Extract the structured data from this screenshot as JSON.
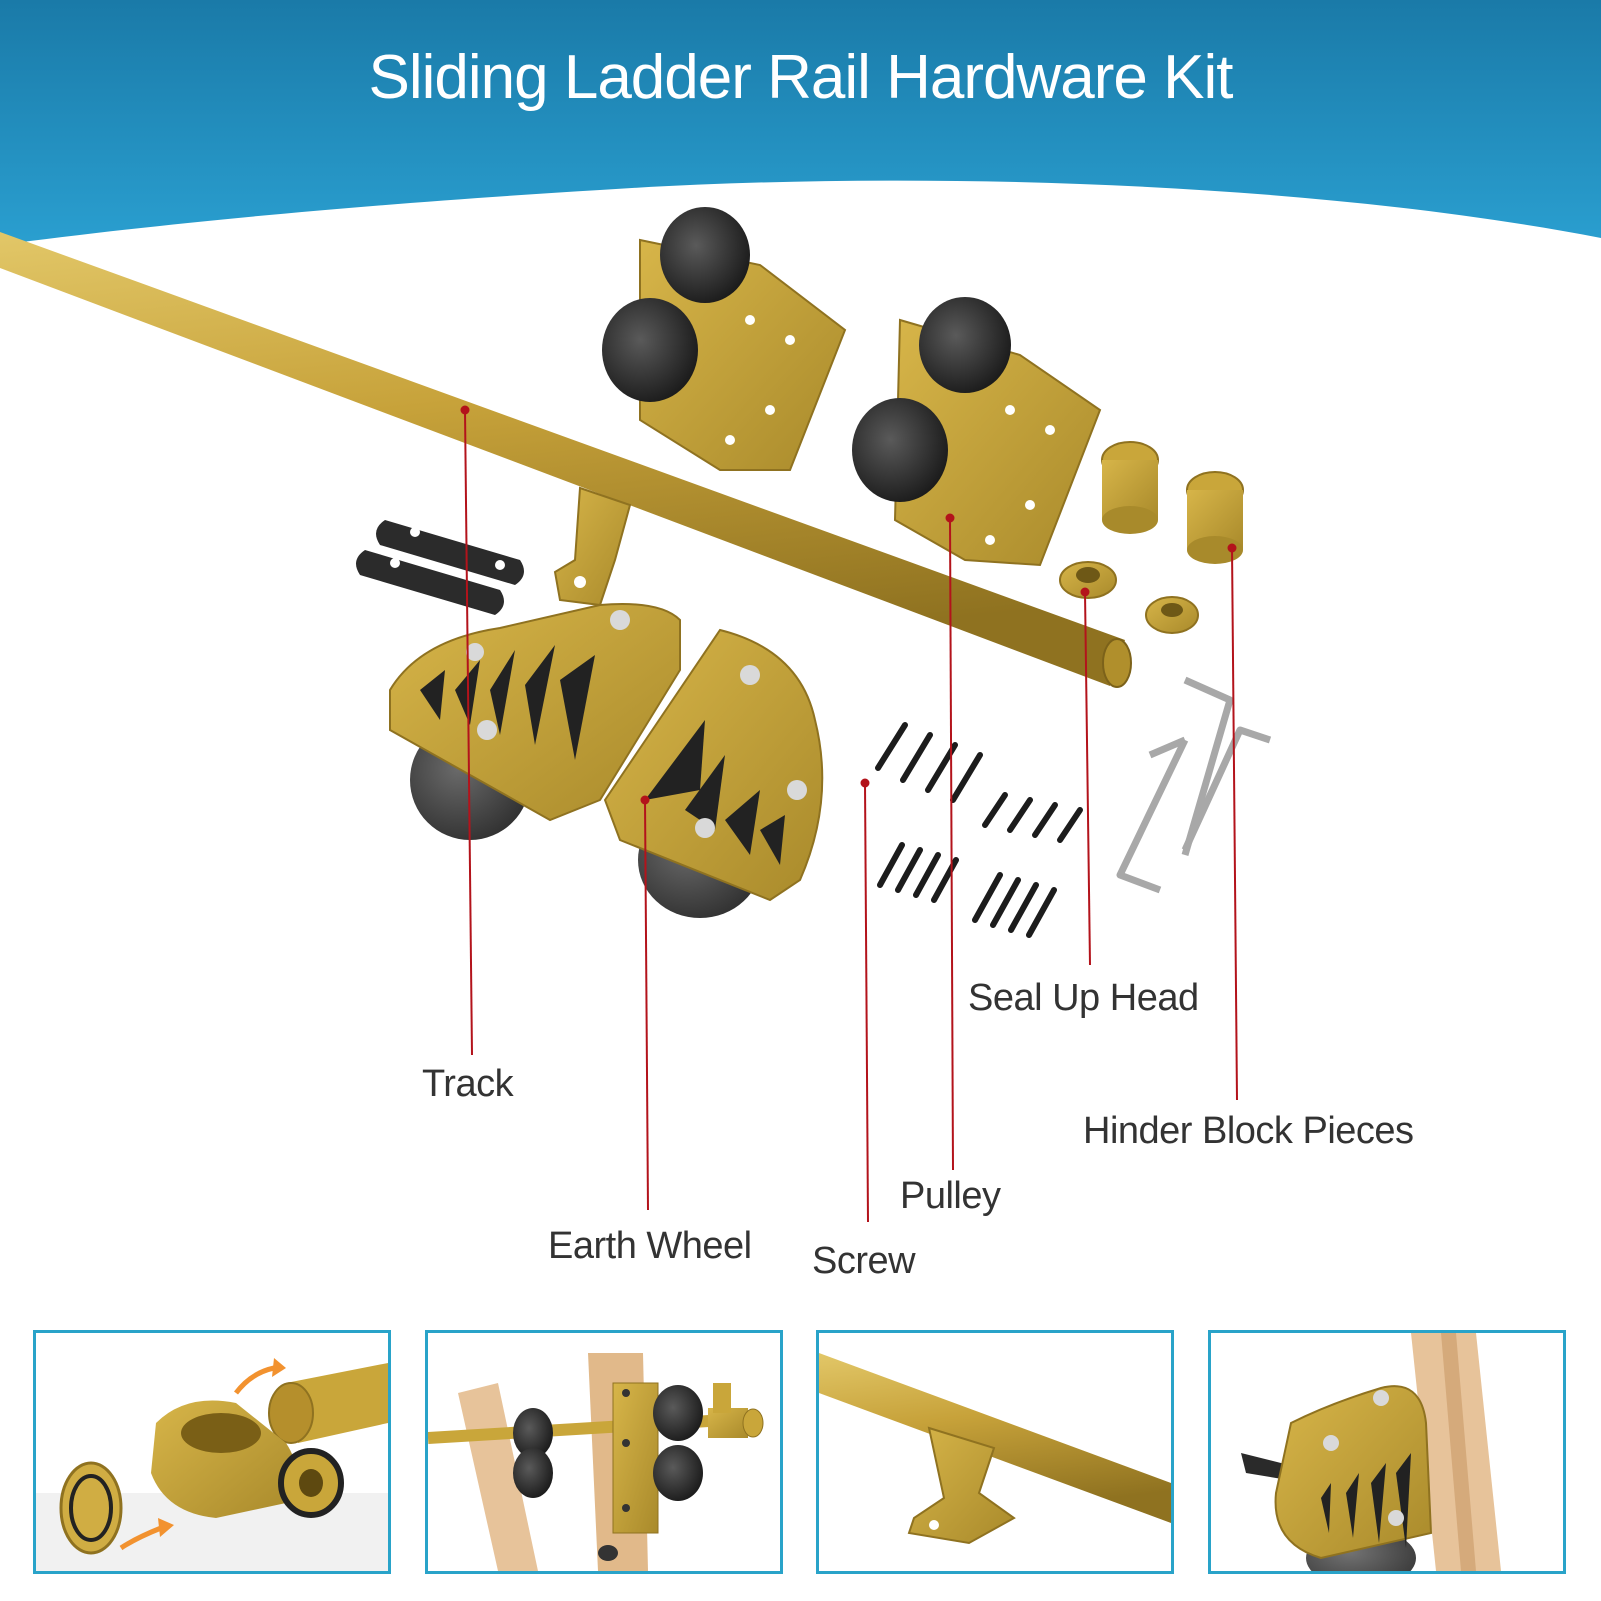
{
  "banner": {
    "title": "Sliding Ladder Rail Hardware Kit",
    "color_dark": "#1b7fae",
    "color_light": "#2aa3d4"
  },
  "callouts": {
    "track": "Track",
    "earth_wheel": "Earth Wheel",
    "screw": "Screw",
    "pulley": "Pulley",
    "seal_up_head": "Seal Up Head",
    "hinder_block_pieces": "Hinder Block Pieces"
  },
  "colors": {
    "gold": "#c9a63a",
    "gold_dark": "#9c7d22",
    "rubber": "#2a2a2a",
    "leader_line": "#b3131b",
    "panel_border": "#29a3c9",
    "wood": "#e7c39a",
    "arrow": "#f2922f"
  },
  "panels": [
    {
      "name": "seal-up-head-assembly"
    },
    {
      "name": "pulley-on-ladder"
    },
    {
      "name": "track-bracket"
    },
    {
      "name": "earth-wheel-on-ladder"
    }
  ]
}
